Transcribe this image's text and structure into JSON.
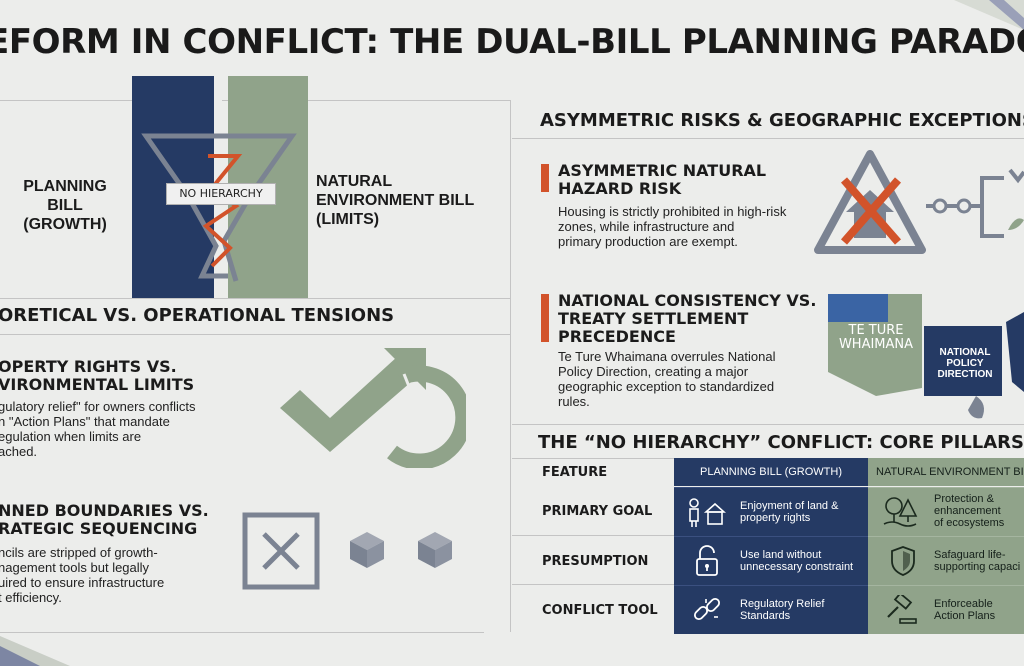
{
  "title": "EFORM IN CONFLICT: THE DUAL-BILL PLANNING PARADO",
  "top_left": {
    "planning_bill_label": "PLANNING BILL (GROWTH)",
    "neb_label": "NATURAL ENVIRONMENT BILL (LIMITS)",
    "no_hierarchy_tag": "NO HIERARCHY"
  },
  "tensions": {
    "heading": "ORETICAL VS. OPERATIONAL TENSIONS",
    "item1": {
      "title_line1": "OPERTY RIGHTS VS.",
      "title_line2": "VIRONMENTAL LIMITS",
      "body_line1": "gulatory relief\" for owners conflicts",
      "body_line2": "n \"Action Plans\" that mandate",
      "body_line3": "egulation when limits are",
      "body_line4": "ached."
    },
    "item2": {
      "title_line1": "NNED BOUNDARIES VS.",
      "title_line2": "RATEGIC SEQUENCING",
      "body_line1": "ncils are stripped of growth-",
      "body_line2": "nagement tools but legally",
      "body_line3": "uired to ensure infrastructure",
      "body_line4": "t efficiency."
    }
  },
  "risks": {
    "heading": "ASYMMETRIC RISKS & GEOGRAPHIC EXCEPTIONS",
    "item1": {
      "title_line1": "ASYMMETRIC NATURAL",
      "title_line2": "HAZARD RISK",
      "body_line1": "Housing is strictly prohibited in high-risk",
      "body_line2": "zones, while infrastructure and",
      "body_line3": "primary production are exempt."
    },
    "item2": {
      "title_line1": "NATIONAL CONSISTENCY VS.",
      "title_line2": "TREATY SETTLEMENT",
      "title_line3": "PRECEDENCE",
      "body_line1": "Te Ture Whaimana overrules National",
      "body_line2": "Policy Direction, creating a major",
      "body_line3": "geographic exception to standardized",
      "body_line4": "rules.",
      "map_label_1_line1": "TE TURE",
      "map_label_1_line2": "WHAIMANA",
      "map_label_2_line1": "NATIONAL",
      "map_label_2_line2": "POLICY",
      "map_label_2_line3": "DIRECTION"
    }
  },
  "pillars": {
    "heading": "THE “NO HIERARCHY” CONFLICT: CORE PILLARS",
    "col_feature": "FEATURE",
    "col_pb": "PLANNING BILL (GROWTH)",
    "col_neb": "NATURAL ENVIRONMENT BILL (G",
    "rows": [
      {
        "feature": "PRIMARY GOAL",
        "pb_line1": "Enjoyment of land &",
        "pb_line2": "property rights",
        "neb_line1": "Protection &",
        "neb_line2": "enhancement",
        "neb_line3": "of ecosystems"
      },
      {
        "feature": "PRESUMPTION",
        "pb_line1": "Use land without",
        "pb_line2": "unnecessary constraint",
        "neb_line1": "Safaguard life-",
        "neb_line2": "supporting capaci",
        "neb_line3": ""
      },
      {
        "feature": "CONFLICT TOOL",
        "pb_line1": "Regulatory Relief",
        "pb_line2": "Standards",
        "neb_line1": "Enforceable",
        "neb_line2": "Action Plans",
        "neb_line3": ""
      }
    ]
  },
  "colors": {
    "navy": "#253a64",
    "sage": "#90a38a",
    "accent": "#d2532a",
    "grey": "#6e7584"
  }
}
